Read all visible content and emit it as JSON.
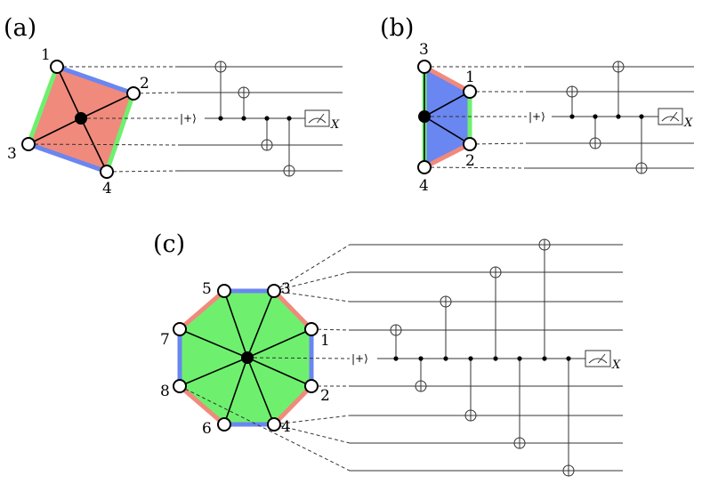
{
  "colors": {
    "red": "#f08a7c",
    "blue": "#6a86f0",
    "green": "#6ef06e",
    "black": "#000000"
  },
  "panels": [
    {
      "label": "(a)",
      "fill": "red",
      "vertex_labels": [
        "1",
        "2",
        "3",
        "4"
      ],
      "edges": [
        {
          "from": "1",
          "to": "2",
          "color": "blue"
        },
        {
          "from": "2",
          "to": "4",
          "color": "green"
        },
        {
          "from": "4",
          "to": "3",
          "color": "blue"
        },
        {
          "from": "3",
          "to": "1",
          "color": "green"
        }
      ],
      "circuit": {
        "ancilla_label": "|+⟩",
        "measure_label": "X",
        "gates": [
          {
            "type": "CNOT",
            "target": "1"
          },
          {
            "type": "CNOT",
            "target": "2"
          },
          {
            "type": "CNOT",
            "target": "3"
          },
          {
            "type": "CNOT",
            "target": "4"
          }
        ]
      }
    },
    {
      "label": "(b)",
      "fill": "blue",
      "vertex_labels": [
        "3",
        "1",
        "2",
        "4"
      ],
      "edges": [
        {
          "from": "3",
          "to": "1",
          "color": "red"
        },
        {
          "from": "1",
          "to": "2",
          "color": "green"
        },
        {
          "from": "2",
          "to": "4",
          "color": "red"
        },
        {
          "from": "4",
          "to": "3",
          "color": "green"
        }
      ],
      "circuit": {
        "ancilla_label": "|+⟩",
        "measure_label": "X",
        "gates": [
          {
            "type": "CNOT",
            "target": "1"
          },
          {
            "type": "CNOT",
            "target": "2"
          },
          {
            "type": "CNOT",
            "target": "3"
          },
          {
            "type": "CNOT",
            "target": "4"
          }
        ]
      }
    },
    {
      "label": "(c)",
      "fill": "green",
      "vertex_labels": [
        "5",
        "3",
        "1",
        "2",
        "4",
        "6",
        "8",
        "7"
      ],
      "edges": [
        {
          "from": "5",
          "to": "3",
          "color": "blue"
        },
        {
          "from": "3",
          "to": "1",
          "color": "red"
        },
        {
          "from": "1",
          "to": "2",
          "color": "blue"
        },
        {
          "from": "2",
          "to": "4",
          "color": "red"
        },
        {
          "from": "4",
          "to": "6",
          "color": "blue"
        },
        {
          "from": "6",
          "to": "8",
          "color": "red"
        },
        {
          "from": "8",
          "to": "7",
          "color": "blue"
        },
        {
          "from": "7",
          "to": "5",
          "color": "red"
        }
      ],
      "circuit": {
        "ancilla_label": "|+⟩",
        "measure_label": "X",
        "gates": [
          {
            "type": "CNOT",
            "target": "1"
          },
          {
            "type": "CNOT",
            "target": "2"
          },
          {
            "type": "CNOT",
            "target": "3"
          },
          {
            "type": "CNOT",
            "target": "4"
          },
          {
            "type": "CNOT",
            "target": "5"
          },
          {
            "type": "CNOT",
            "target": "6"
          },
          {
            "type": "CNOT",
            "target": "7"
          },
          {
            "type": "CNOT",
            "target": "8"
          }
        ]
      }
    }
  ]
}
